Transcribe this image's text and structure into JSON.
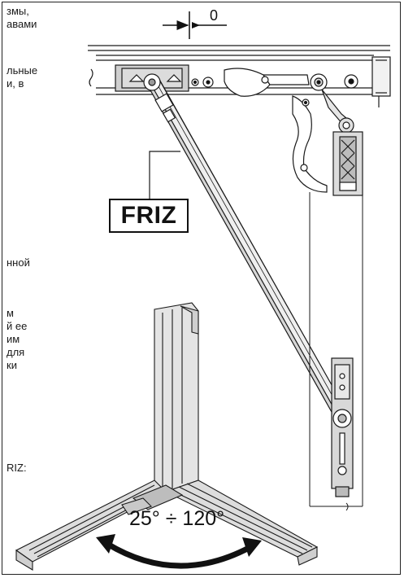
{
  "text_fragments": [
    "змы,",
    "авами",
    "льные",
    "и, в",
    "нной",
    "м",
    "й ее",
    "им",
    "для",
    "ки",
    "RIZ:"
  ],
  "dimension_label": "0",
  "arm_label": "FRIZ",
  "angle_range": "25° ÷ 120°",
  "colors": {
    "line": "#1a1a1a",
    "fill_light": "#e9e9e9",
    "fill_mid": "#cfcfcf",
    "accent": "#111111"
  }
}
